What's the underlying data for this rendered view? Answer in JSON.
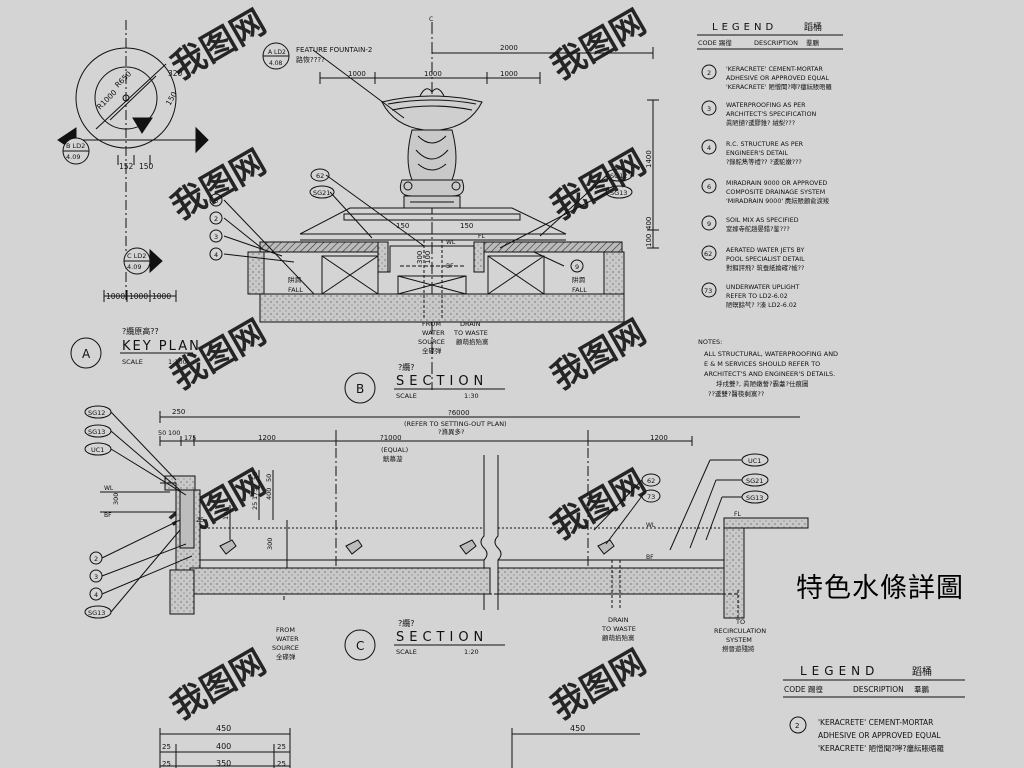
{
  "title_cn": "特色水條詳圖",
  "watermark": "我图网",
  "key_plan": {
    "title": "KEY PLAN",
    "title_cn": "?纜原高??",
    "letter": "A",
    "scale_label": "SCALE",
    "scale": "1:100",
    "dims": [
      "R650",
      "R1000",
      "320",
      "150",
      "152",
      "150",
      "1000",
      "1000",
      "1000"
    ],
    "refs": [
      {
        "top": "B LD2",
        "bottom": "4.09"
      },
      {
        "top": "C LD2",
        "bottom": "4.09"
      }
    ]
  },
  "section_b": {
    "title": "SECTION",
    "title_cn": "?纜?",
    "letter": "B",
    "scale_label": "SCALE",
    "scale": "1:30",
    "ref_top": "A LD2",
    "ref_bottom": "4.08",
    "feature": "FEATURE FOUNTAIN-2",
    "feature_cn": "路恢????",
    "centerline": "C",
    "dims": [
      "2000",
      "1000",
      "1000",
      "1000",
      "1400",
      "100",
      "400",
      "150",
      "150",
      "300",
      "100"
    ],
    "tags": [
      "62",
      "SG21",
      "SG12",
      "SG13",
      "6",
      "2",
      "3",
      "4",
      "9"
    ],
    "levels": [
      "WL",
      "BF",
      "FL"
    ],
    "fall_left": "FALL",
    "fall_left_cn": "阱澗",
    "fall_right": "FALL",
    "fall_right_cn": "阱澗",
    "from_label": [
      "FROM",
      "WATER",
      "SOURCE",
      "全碟弹"
    ],
    "drain_label": [
      "DRAIN",
      "TO WASTE",
      "顧萌掐殆寞"
    ]
  },
  "section_c": {
    "title": "SECTION",
    "title_cn": "?纜?",
    "letter": "C",
    "scale_label": "SCALE",
    "scale": "1:20",
    "top_dim": "?6000",
    "refer": "(REFER TO SETTING-OUT PLAN)",
    "refer_cn": "?滌異多?",
    "equal": "(EQUAL)",
    "equal_cn": "觥慕漩",
    "dims": [
      "250",
      "50",
      "100",
      "175",
      "1200",
      "?1000",
      "1200",
      "50",
      "175",
      "25",
      "400",
      "50",
      "100",
      "300",
      "300",
      "25"
    ],
    "left_tags": [
      "SG12",
      "SG13",
      "UC1",
      "2",
      "3",
      "4",
      "SG13"
    ],
    "right_tags": [
      "62",
      "73",
      "UC1",
      "SG21",
      "SG13"
    ],
    "levels": [
      "WL",
      "BF",
      "FL"
    ],
    "from_label": [
      "FROM",
      "WATER",
      "SOURCE",
      "全碟弹"
    ],
    "drain_label": [
      "DRAIN",
      "TO WASTE",
      "顧萌掐殆寞"
    ],
    "recirc_label": [
      "TO",
      "RECIRCULATION",
      "SYSTEM",
      "撈晉遊殘將"
    ]
  },
  "legend_top": {
    "heading": "LEGEND",
    "heading_cn": "蹈桶",
    "code_header": "CODE 踢徨",
    "desc_header": "DESCRIPTION",
    "desc_header_cn": "羣鵬",
    "items": [
      {
        "code": "2",
        "lines": [
          "'KERACRETE' CEMENT-MORTAR",
          "ADHESIVE OR APPROVED EQUAL",
          "'KERACRETE' 陋憎聞?嚀?瘻紜賬晤羅"
        ]
      },
      {
        "code": "3",
        "lines": [
          "WATERPROOFING AS PER",
          "ARCHITECT'S SPECIFICATION",
          "眞陋擿?逶膠錐?  絨梨???"
        ]
      },
      {
        "code": "4",
        "lines": [
          "R.C. STRUCTURE AS PER",
          "ENGINEER'S DETAIL",
          "?錄駝雋等禮??  ?逶駝嫩???"
        ]
      },
      {
        "code": "6",
        "lines": [
          "MIRADRAIN 9000 OR APPROVED",
          "COMPOSITE DRAINAGE SYSTEM",
          "'MIRADRAIN 9000' 麂紜賬顧兪淚羧"
        ]
      },
      {
        "code": "9",
        "lines": [
          "SOIL MIX AS SPECIFIED",
          "窒嫁寺舵趟晏錯?鉴???"
        ]
      },
      {
        "code": "62",
        "lines": [
          "AERATED WATER JETS BY",
          "POOL SPECIALIST DETAIL",
          "對餌評飛?  筑蚕紙掄確?帔??"
        ]
      },
      {
        "code": "73",
        "lines": [
          "UNDERWATER UPLIGHT",
          "REFER TO LD2-6.02",
          "陋螟餘芞?  ?湊      LD2-6.02"
        ]
      }
    ]
  },
  "notes": {
    "heading": "NOTES:",
    "lines": [
      "ALL STRUCTURAL, WATERPROOFING AND",
      "E & M SERVICES SHOULD REFER TO",
      "ARCHITECT'S AND ENGINEER'S DETAILS.",
      "垀戍雙?, 眞陋嫩誓?霸耋?仕痕圖",
      "??逶雙?醫筷剩寞??"
    ]
  },
  "legend_bottom": {
    "heading": "LEGEND",
    "heading_cn": "蹈桶",
    "code_header": "CODE 踢徨",
    "desc_header": "DESCRIPTION",
    "desc_header_cn": "羣鵬",
    "items": [
      {
        "code": "2",
        "lines": [
          "'KERACRETE' CEMENT-MORTAR",
          "ADHESIVE OR APPROVED EQUAL",
          "'KERACRETE' 陋憎聞?嚀?瘻紜賬晤羅"
        ]
      }
    ]
  },
  "bottom_dims": [
    "450",
    "400",
    "350",
    "25",
    "25",
    "25",
    "25",
    "450"
  ],
  "colors": {
    "background": "#d4d4d4",
    "ink": "#111111"
  }
}
